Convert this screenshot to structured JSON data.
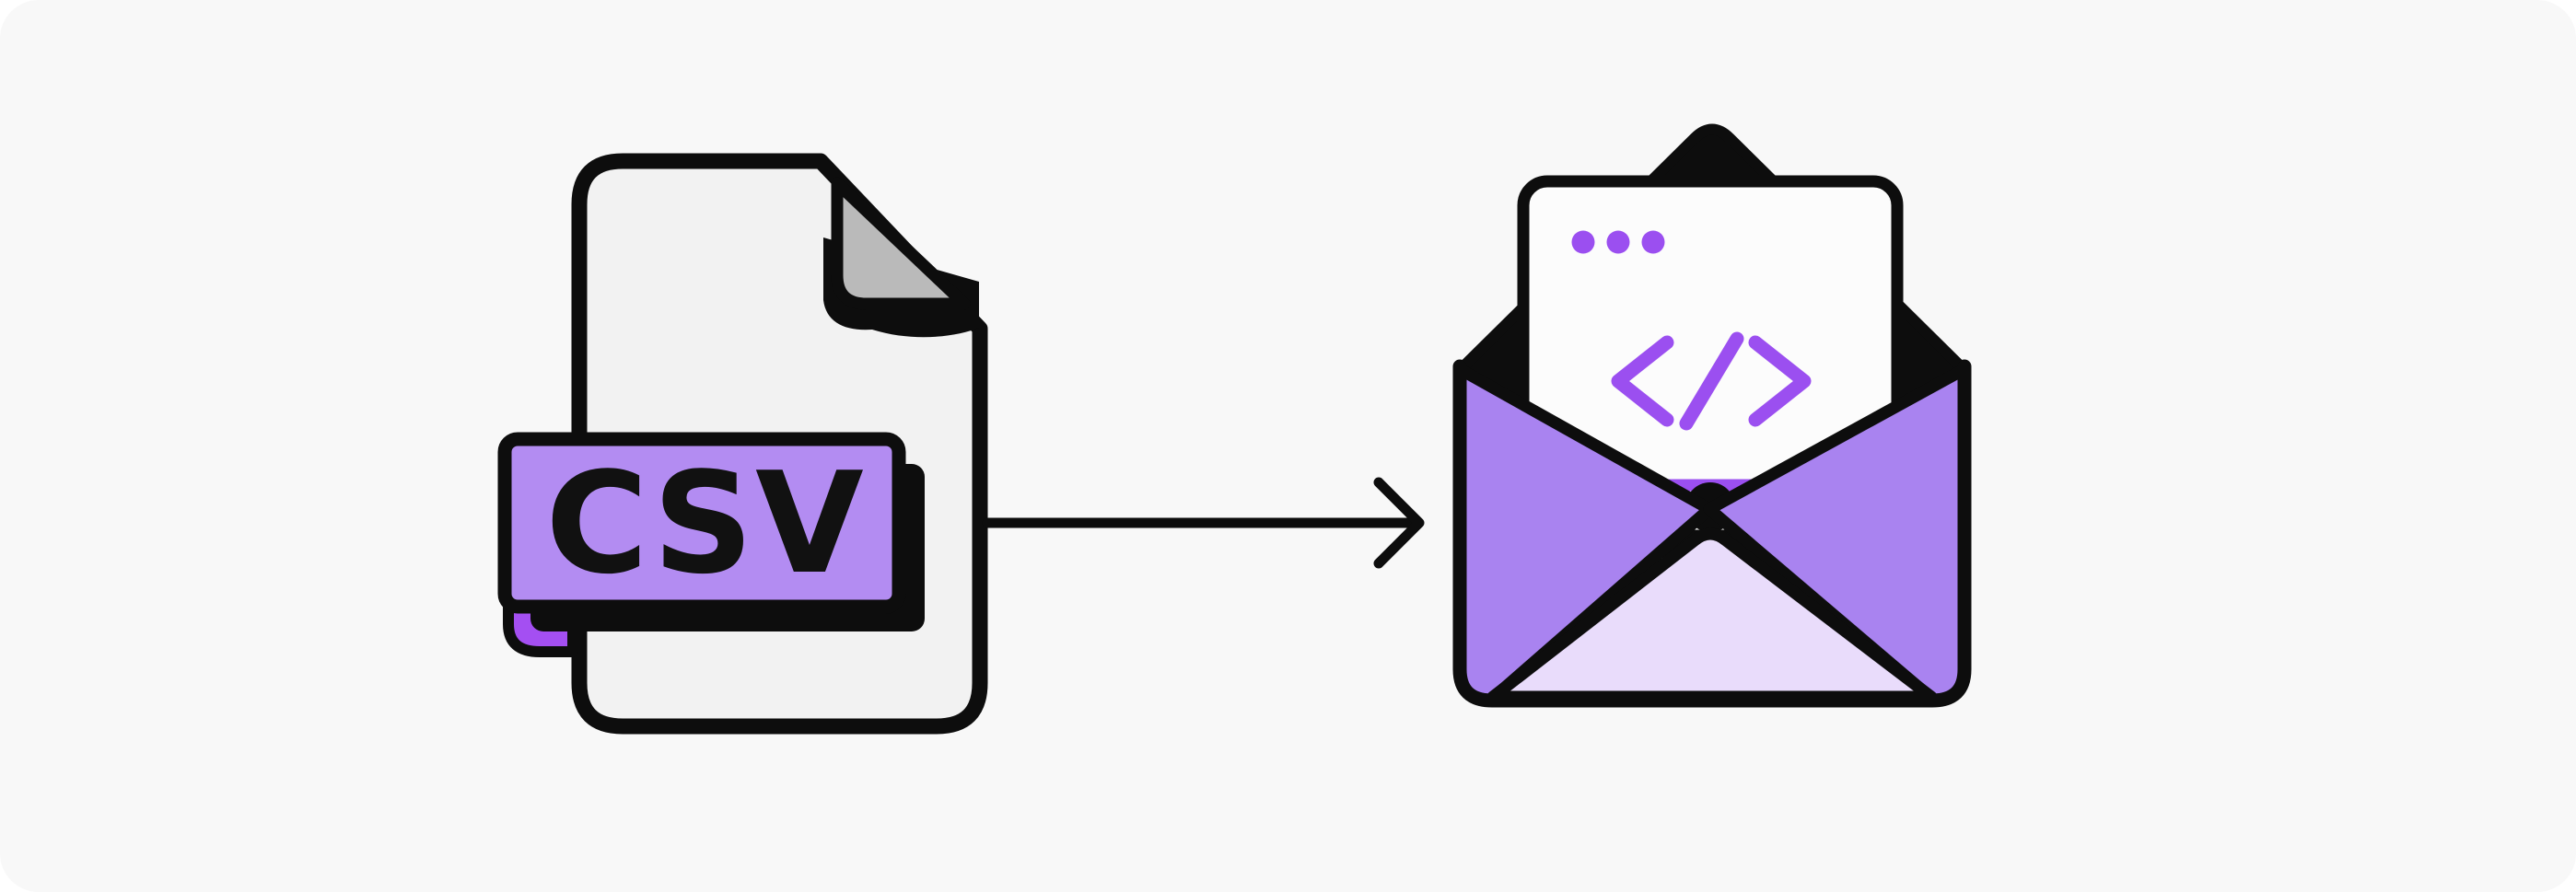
{
  "illustration": {
    "description": "CSV file converted into an HTML email",
    "source": {
      "label": "CSV",
      "type": "file-icon"
    },
    "arrow": {
      "direction": "right"
    },
    "target": {
      "type": "open-envelope-with-code-document",
      "window_dot_count": 3,
      "code_glyph": "</>"
    }
  },
  "colors": {
    "page": "#ffffff",
    "background": "#f8f8f8",
    "outline": "#0d0d0d",
    "file_body": "#f2f2f2",
    "folded_corner": "#bababa",
    "label_fill": "#b38cf2",
    "label_tab_fill": "#a44ff2",
    "label_text": "#111111",
    "flap_side_fill": "#a983f0",
    "flap_front_fill": "#e9dcfb",
    "accent_purple": "#9b4ff0",
    "document_fill": "#fcfcfc"
  }
}
